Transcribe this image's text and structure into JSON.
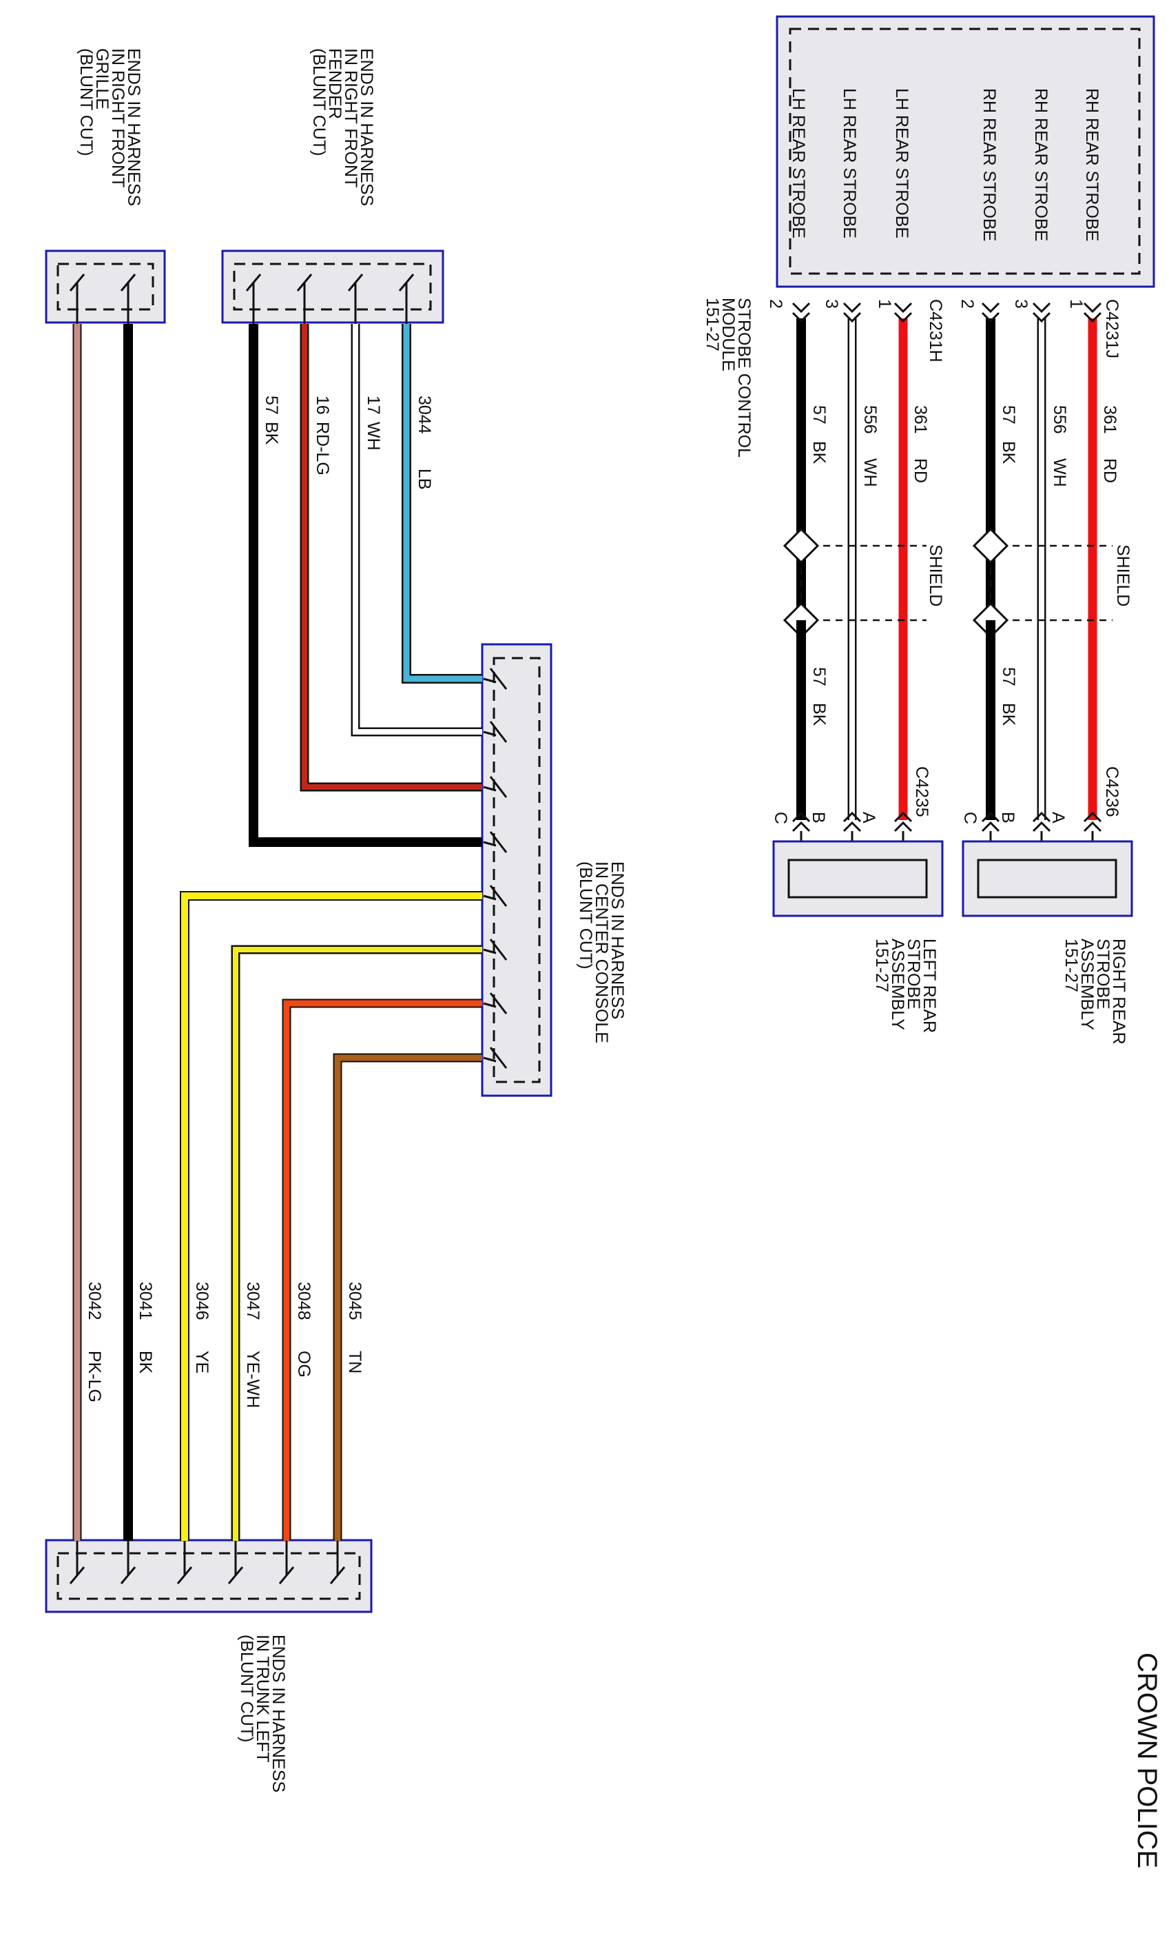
{
  "title": "CROWN POLICE",
  "colors": {
    "RD": "#ee1111",
    "WH": "#ffffff",
    "BK": "#000000",
    "LB": "#4ab4d8",
    "RD-LG": "#c0281a",
    "YE": "#f8f018",
    "YE-WH": "#f4ec18",
    "OG": "#f04818",
    "TN": "#a8601c",
    "PK-LG": "#c88e86",
    "connector_border": "#1a1ab0",
    "connector_fill": "#e8e8ec"
  },
  "strobe_module": {
    "name": "STROBE CONTROL",
    "name2": "MODULE",
    "ref": "151-27",
    "pins": [
      "RH REAR STROBE",
      "RH REAR STROBE",
      "RH REAR STROBE",
      "LH REAR STROBE",
      "LH REAR STROBE",
      "LH REAR STROBE"
    ],
    "connector_j": "C4231J",
    "connector_h": "C4231H",
    "pin_nums": [
      "1",
      "3",
      "2",
      "1",
      "3",
      "2"
    ]
  },
  "strobe_wires": [
    {
      "num": "361",
      "color": "RD"
    },
    {
      "num": "556",
      "color": "WH"
    },
    {
      "num": "57",
      "color": "BK"
    },
    {
      "num": "361",
      "color": "RD"
    },
    {
      "num": "556",
      "color": "WH"
    },
    {
      "num": "57",
      "color": "BK"
    }
  ],
  "shield": "SHIELD",
  "right_strobe": {
    "connector": "C4236",
    "line1": "RIGHT REAR",
    "line2": "STROBE",
    "line3": "ASSEMBLY",
    "ref": "151-27",
    "pins": [
      "A",
      "B",
      "C"
    ]
  },
  "left_strobe": {
    "connector": "C4235",
    "line1": "LEFT REAR",
    "line2": "STROBE",
    "line3": "ASSEMBLY",
    "ref": "151-27",
    "pins": [
      "A",
      "B",
      "C"
    ]
  },
  "fender": {
    "line1": "ENDS IN HARNESS",
    "line2": "IN RIGHT FRONT",
    "line3": "FENDER",
    "line4": "(BLUNT CUT)"
  },
  "grille": {
    "line1": "ENDS IN HARNESS",
    "line2": "IN RIGHT FRONT",
    "line3": "GRILLE",
    "line4": "(BLUNT CUT)"
  },
  "console": {
    "line1": "ENDS IN HARNESS",
    "line2": "IN CENTER CONSOLE",
    "line3": "(BLUNT CUT)"
  },
  "trunk": {
    "line1": "ENDS IN HARNESS",
    "line2": "IN TRUNK LEFT",
    "line3": "(BLUNT CUT)"
  },
  "fender_wires": [
    {
      "num": "3044",
      "color": "LB"
    },
    {
      "num": "17",
      "color": "WH"
    },
    {
      "num": "16",
      "color": "RD-LG"
    },
    {
      "num": "57",
      "color": "BK"
    }
  ],
  "trunk_wires": [
    {
      "num": "3045",
      "color": "TN"
    },
    {
      "num": "3048",
      "color": "OG"
    },
    {
      "num": "3047",
      "color": "YE-WH"
    },
    {
      "num": "3046",
      "color": "YE"
    },
    {
      "num": "3041",
      "color": "BK"
    },
    {
      "num": "3042",
      "color": "PK-LG"
    }
  ]
}
